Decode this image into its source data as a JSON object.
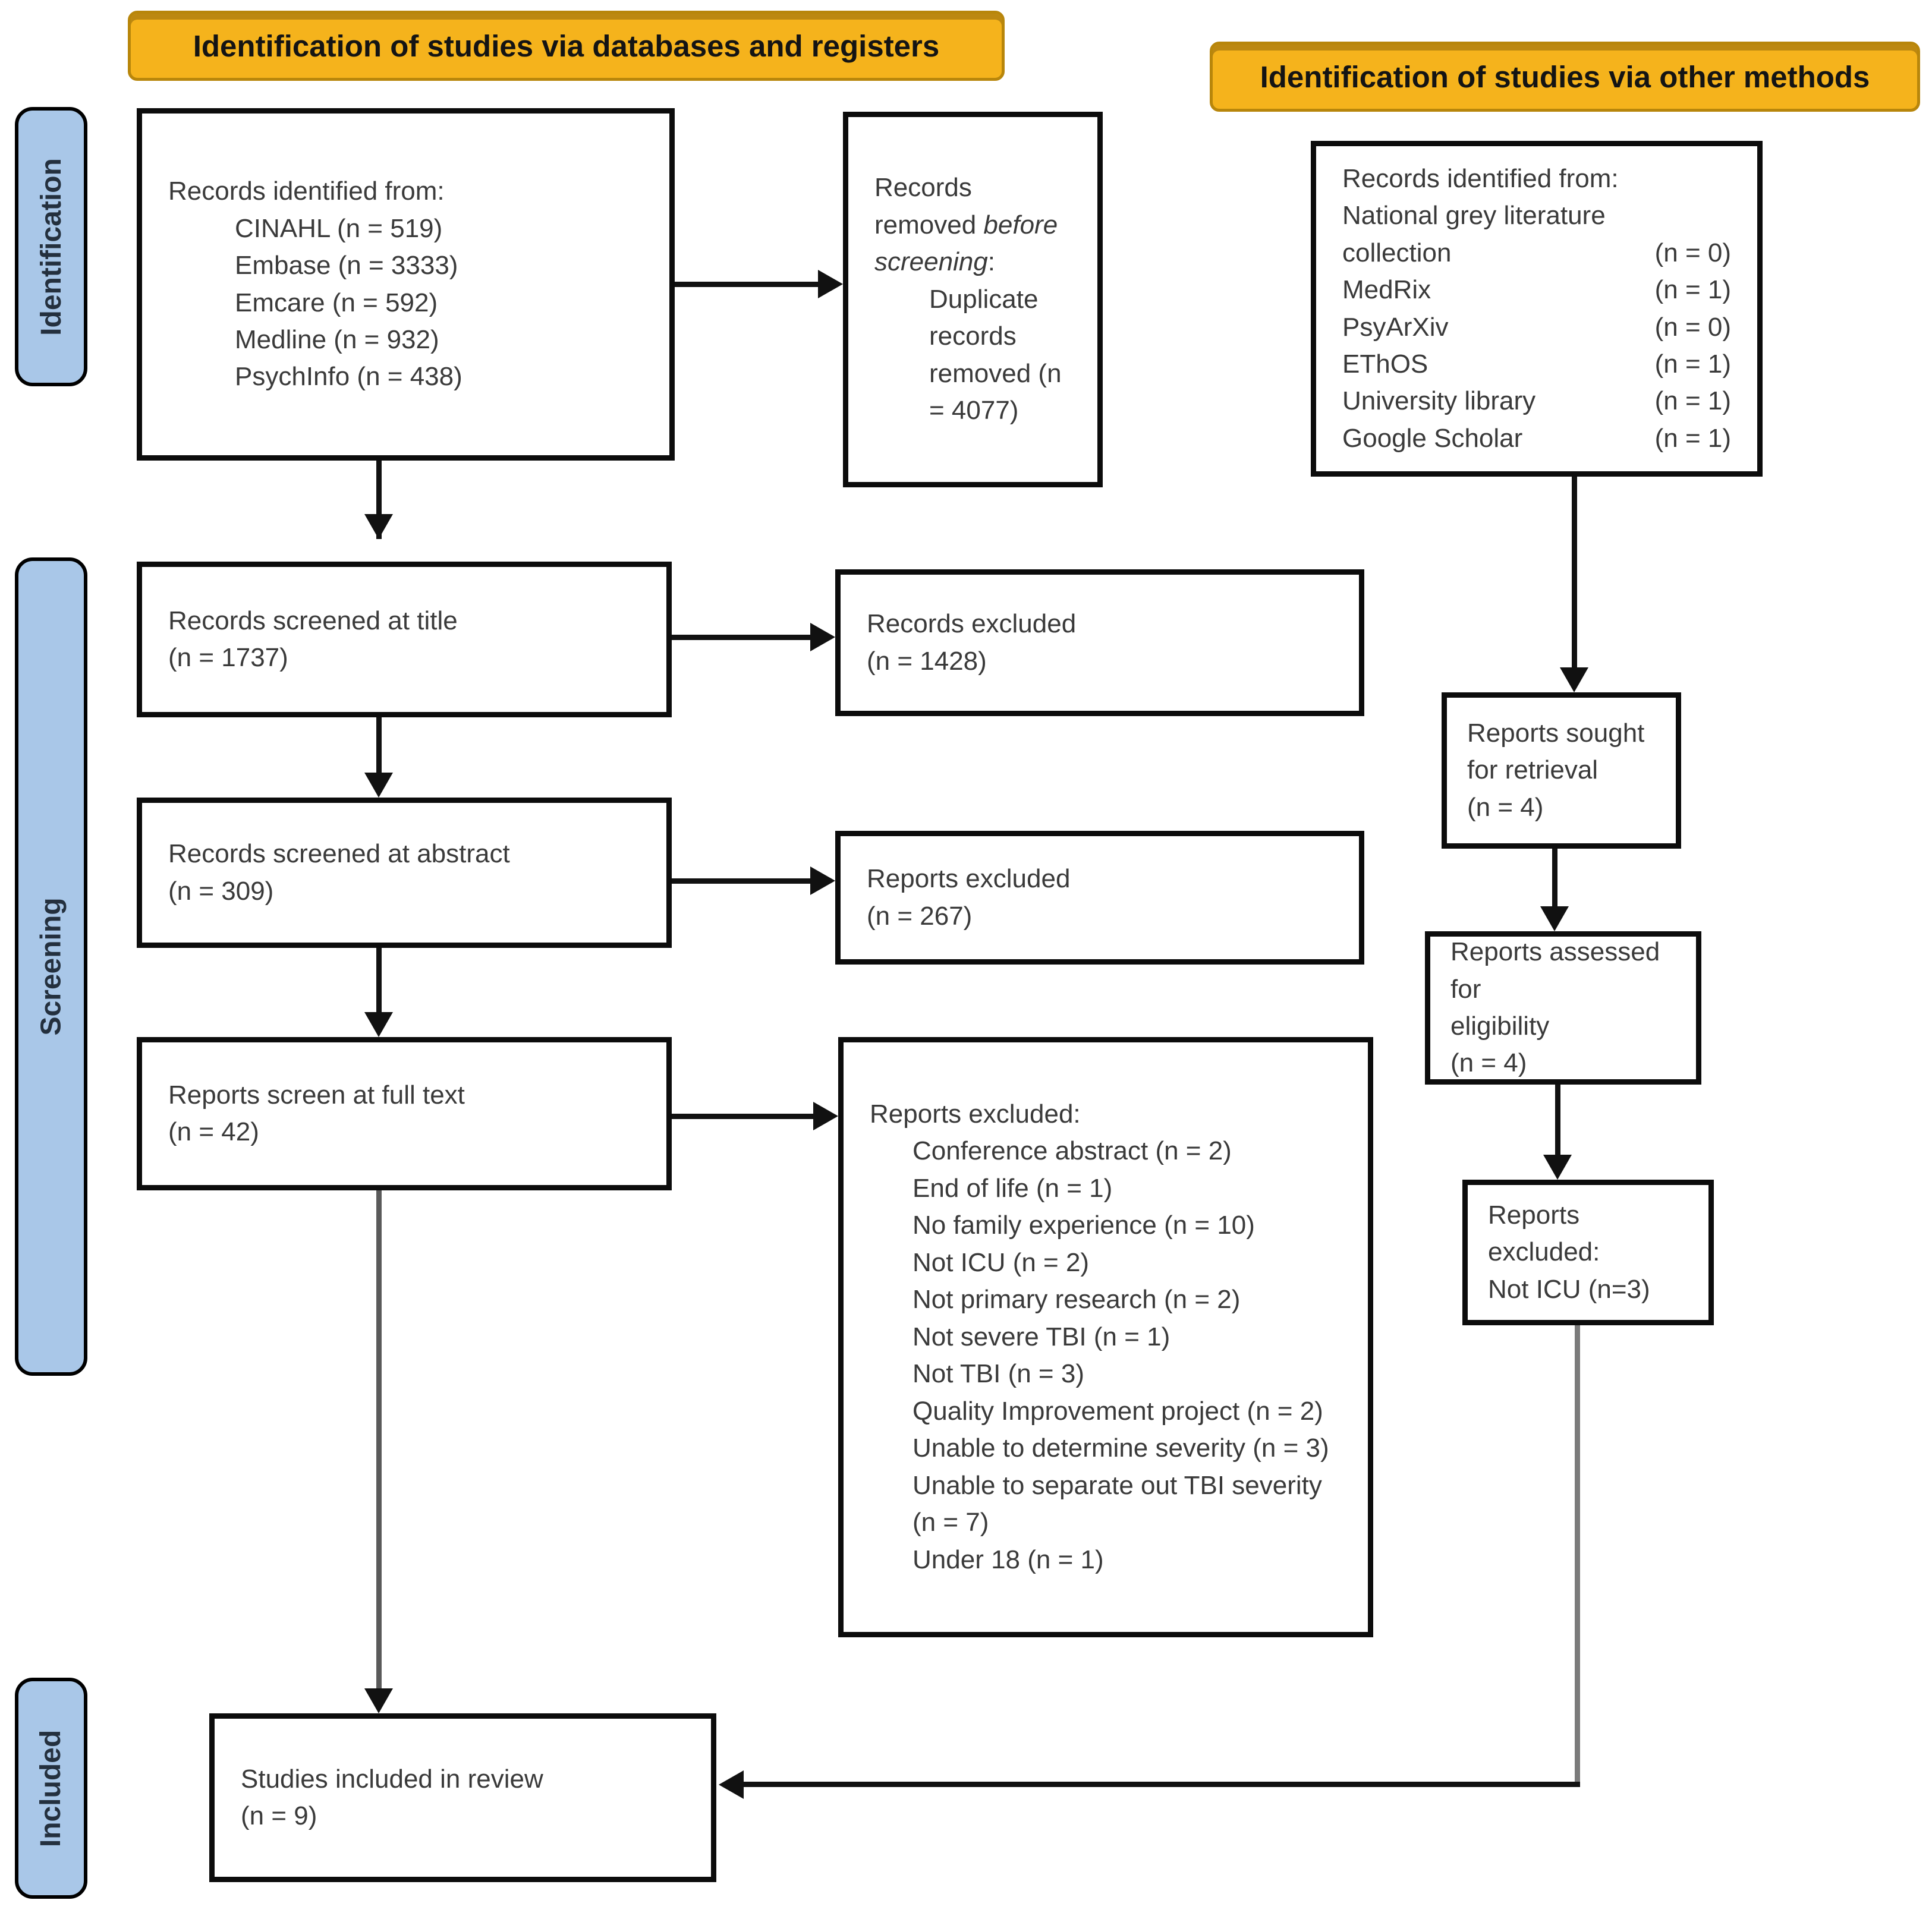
{
  "colors": {
    "banner_yellow": "#F5B31C",
    "stage_blue": "#A9C7E8"
  },
  "banners": {
    "databases": "Identification of studies via databases and registers",
    "other_methods": "Identification of studies via other methods"
  },
  "sidebar": {
    "identification": "Identification",
    "screening": "Screening",
    "included": "Included"
  },
  "boxes": {
    "db_records": {
      "title": "Records identified from:",
      "items": [
        "CINAHL (n = 519)",
        "Embase (n = 3333)",
        "Emcare (n = 592)",
        "Medline (n = 932)",
        "PsychInfo (n = 438)"
      ]
    },
    "removed_before_screening": {
      "pre": "Records removed ",
      "italic": "before screening",
      "post": ":",
      "items": [
        "Duplicate records removed (n = 4077)"
      ]
    },
    "screened_title": {
      "line1": "Records screened at title",
      "line2": "(n = 1737)"
    },
    "excluded_title": {
      "line1": "Records excluded",
      "line2": "(n = 1428)"
    },
    "screened_abstract": {
      "line1": "Records screened at abstract",
      "line2": "(n = 309)"
    },
    "excluded_abstract": {
      "line1": "Reports excluded",
      "line2": "(n = 267)"
    },
    "fulltext": {
      "line1": "Reports screen at full text",
      "line2": "(n = 42)"
    },
    "fulltext_excluded": {
      "title": "Reports excluded:",
      "items": [
        "Conference abstract (n = 2)",
        "End of life (n = 1)",
        "No family experience (n = 10)",
        "Not ICU (n = 2)",
        "Not primary research (n = 2)",
        "Not severe TBI (n = 1)",
        "Not TBI (n = 3)",
        "Quality Improvement project (n = 2)",
        "Unable to determine severity (n = 3)",
        "Unable to separate out TBI severity (n = 7)",
        "Under 18 (n = 1)"
      ]
    },
    "other_records": {
      "title": "Records identified from:",
      "rows": [
        [
          "National grey literature collection",
          "(n = 0)"
        ],
        [
          "MedRix",
          "(n = 1)"
        ],
        [
          "PsyArXiv",
          "(n = 0)"
        ],
        [
          "EThOS",
          "(n = 1)"
        ],
        [
          "University library",
          "(n = 1)"
        ],
        [
          "Google Scholar",
          "(n = 1)"
        ]
      ]
    },
    "sought": {
      "line1": "Reports sought",
      "line2": "for retrieval",
      "line3": "(n = 4)"
    },
    "assessed": {
      "line1": "Reports assessed for",
      "line2": "eligibility",
      "line3": "(n = 4)"
    },
    "not_icu": {
      "line1": "Reports excluded:",
      "line2": "Not ICU (n=3)"
    },
    "included_review": {
      "line1": "Studies included in review",
      "line2": "(n = 9)"
    }
  }
}
